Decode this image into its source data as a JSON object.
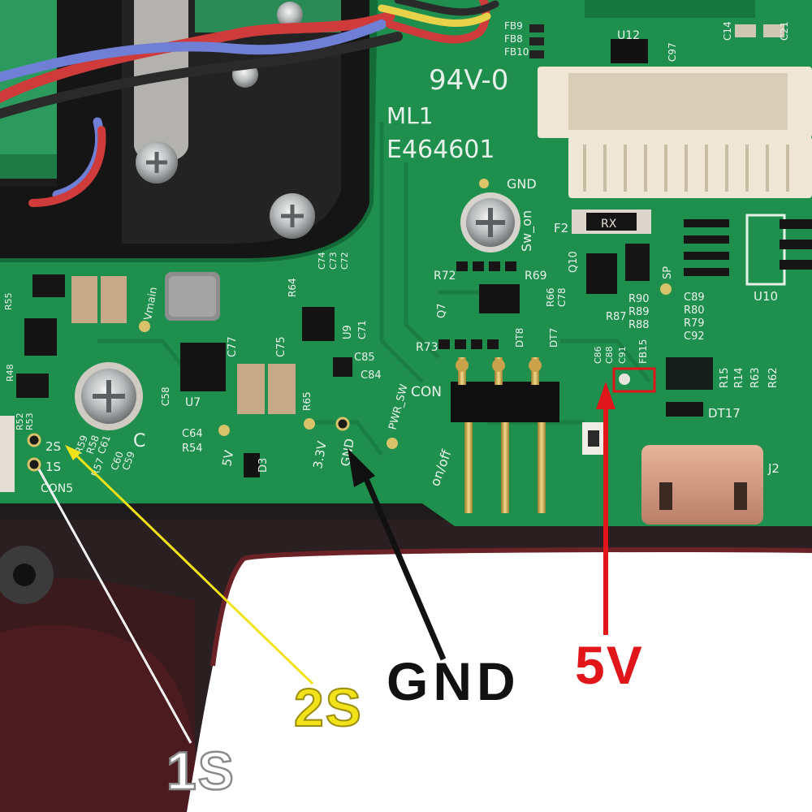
{
  "photo": {
    "subject": "pcb-battery-pads",
    "colors": {
      "pcb_green": "#1f8f4e",
      "pcb_dark": "#136b38",
      "case_black": "#1e1b1c",
      "case_red_edge": "#6a2226",
      "card_white": "#ffffff",
      "gnd_arrow": "#111111",
      "five_v_arrow": "#e0161b",
      "two_s_line": "#f2e21a",
      "one_s_line": "#ffffff"
    }
  },
  "callouts": {
    "gnd": "GND",
    "five_v": "5V",
    "two_s": "2S",
    "one_s": "1S"
  },
  "silkscreen": {
    "rating": "94V-0",
    "ml": "ML1",
    "cert": "E464601",
    "gnd_top": "GND",
    "sw_on": "Sw_on",
    "con": "CON",
    "on_off": "on/off",
    "pwr_sw": "PWR_SW",
    "v33": "3.3V",
    "gnd_pad": "GND",
    "v5": "5V",
    "s2": "2S",
    "s1": "1S",
    "con5": "CON5",
    "vmain": "Vmain",
    "u7": "U7",
    "u9": "U9",
    "u10": "U10",
    "u12": "U12",
    "d3": "D3",
    "f2": "F2",
    "rx": "RX",
    "j2": "J2",
    "dt17": "DT17",
    "fb9": "FB9",
    "fb8": "FB8",
    "fb10": "FB10",
    "c97": "C97",
    "c58": "C58",
    "c64": "C64",
    "r54": "R54",
    "c77": "C77",
    "c75": "C75",
    "c85": "C85",
    "c84": "C84",
    "r65": "R65",
    "r64": "R64",
    "c74": "C74",
    "c73": "C73",
    "c72": "C72",
    "c71": "C71",
    "r72": "R72",
    "r73": "R73",
    "r69": "R69",
    "q7": "Q7",
    "q10": "Q10",
    "r66": "R66",
    "c78": "C78",
    "r87": "R87",
    "r90": "R90",
    "r89": "R89",
    "r88": "R88",
    "sp": "SP",
    "c89": "C89",
    "r80": "R80",
    "r79": "R79",
    "c92": "C92",
    "r15": "R15",
    "r14": "R14",
    "r63": "R63",
    "r62": "R62",
    "fb15": "FB15",
    "c86": "C86",
    "c88": "C88",
    "c91": "C91",
    "dt8": "DT8",
    "dt7": "DT7",
    "r59": "R59",
    "r58": "R58",
    "c61": "C61",
    "c60": "C60",
    "c59": "C59",
    "r57": "R57",
    "r52": "R52",
    "r53": "R53",
    "r48": "R48",
    "r55": "R55",
    "c14": "C14",
    "c21": "C21",
    "c_letter": "C"
  }
}
